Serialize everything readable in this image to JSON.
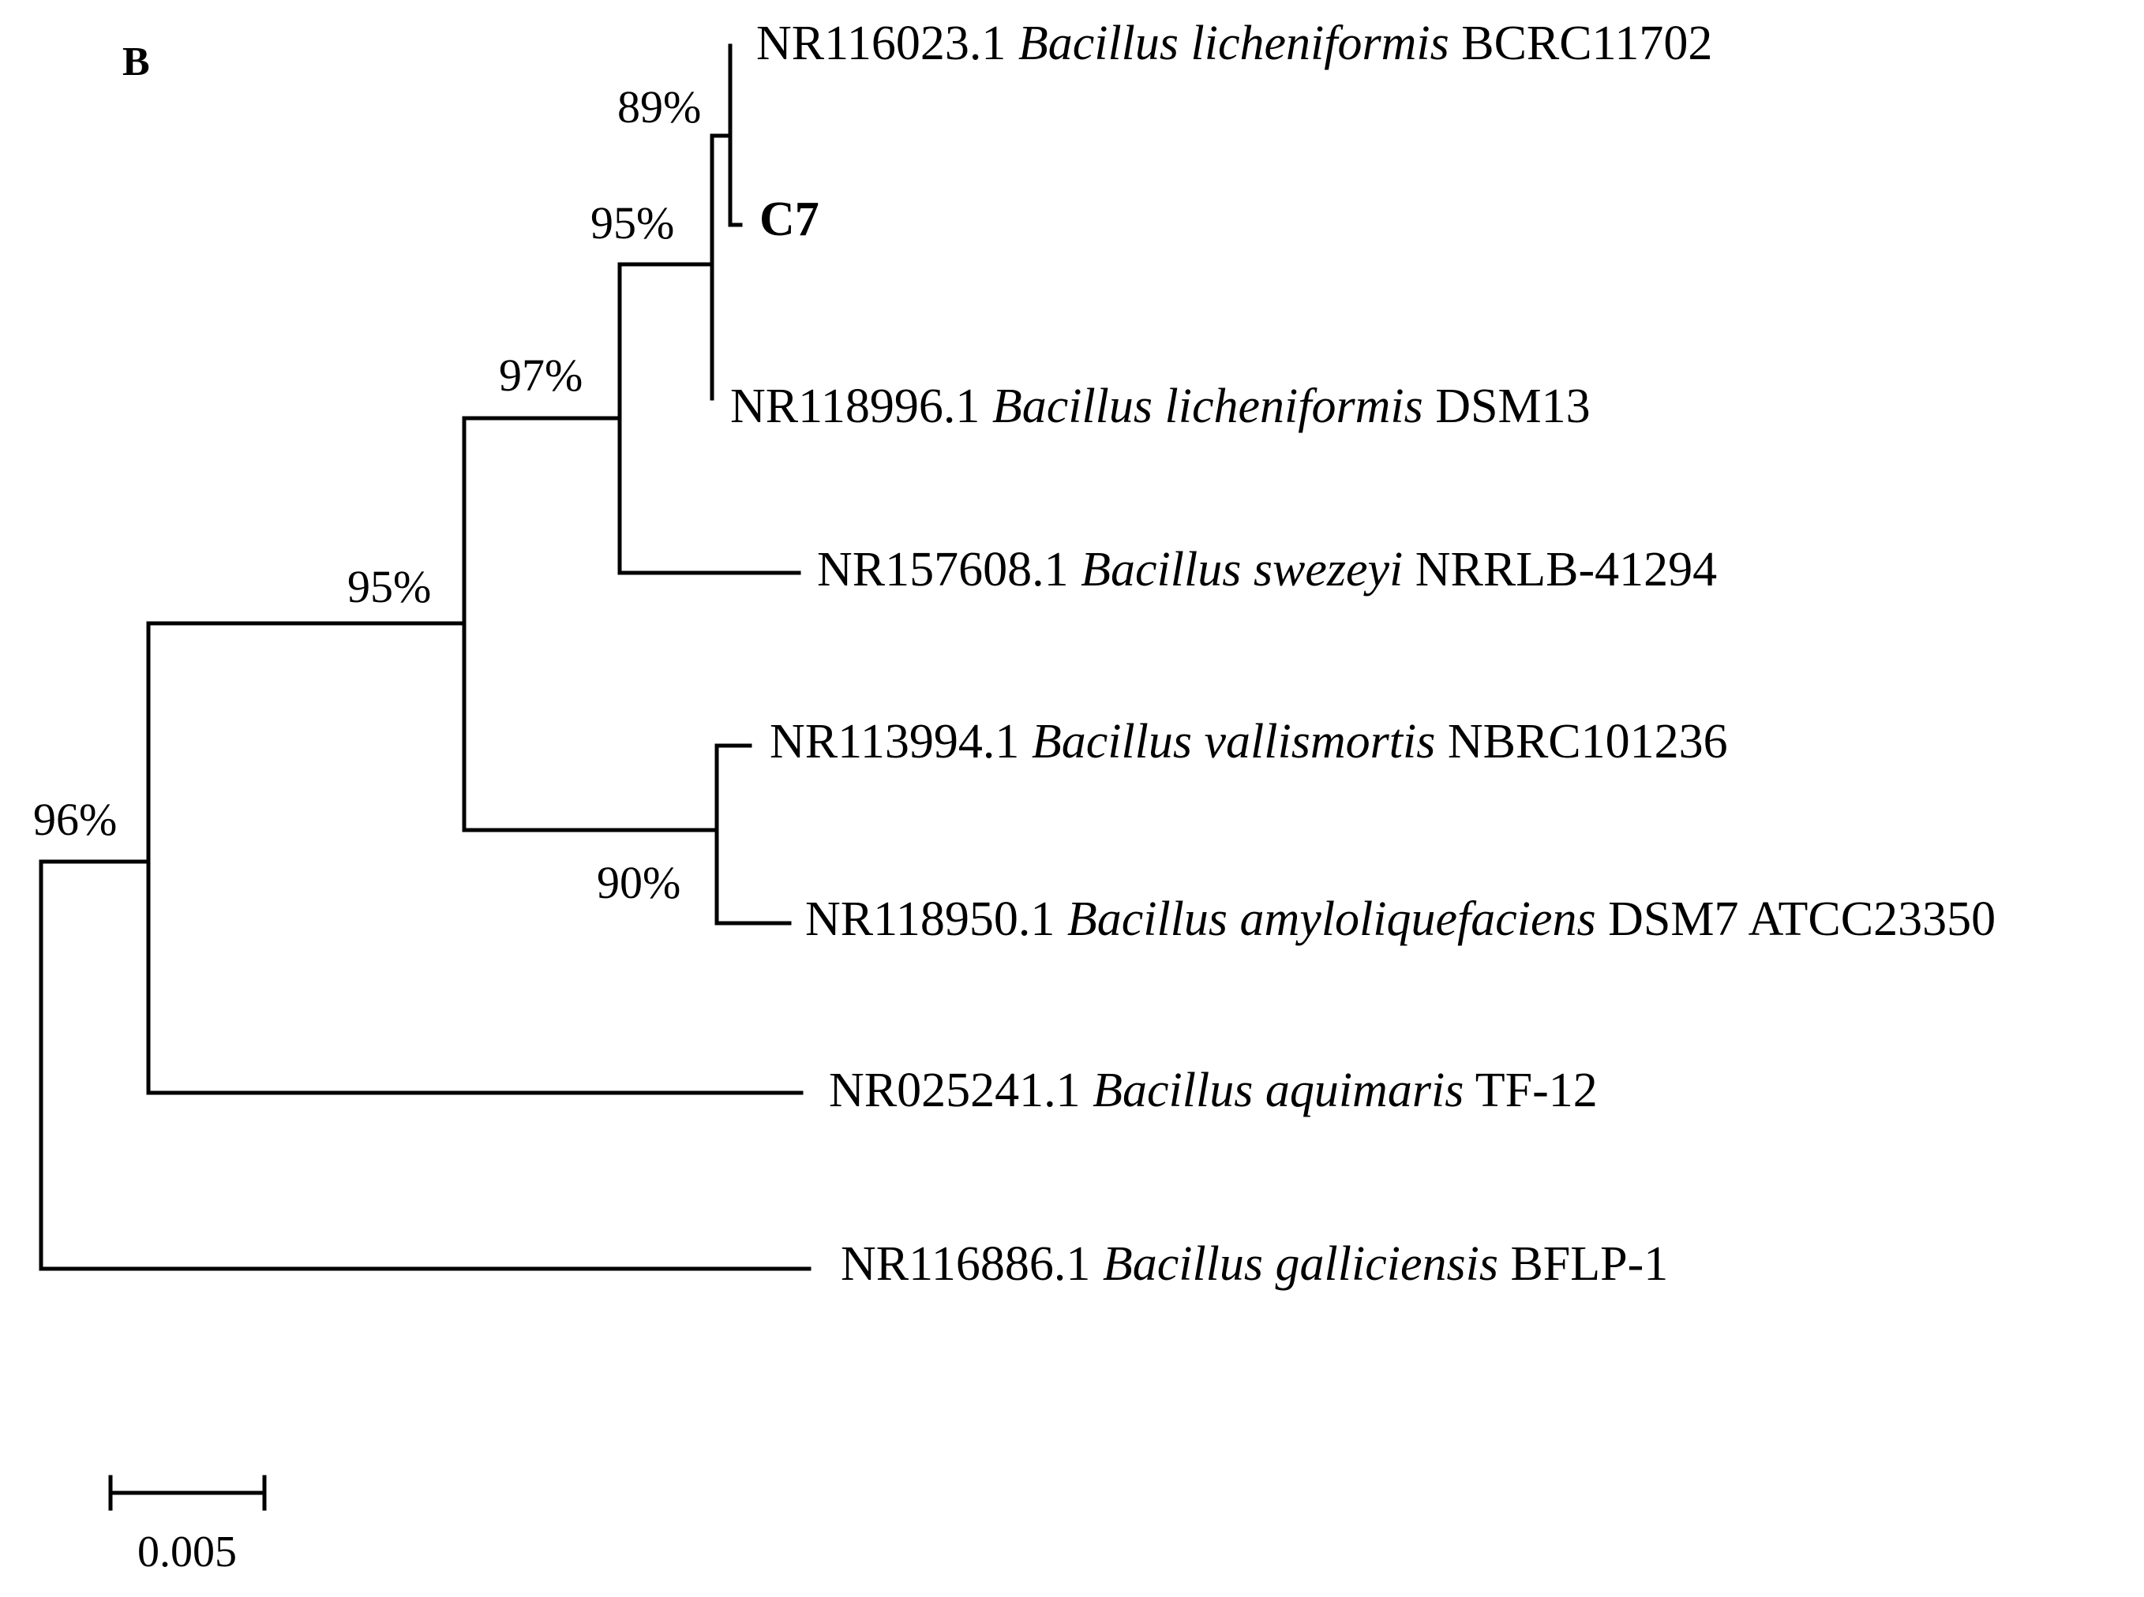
{
  "panel_label": "B",
  "taxa": [
    {
      "accession": "NR116023.1",
      "species": "Bacillus licheniformis",
      "strain": "BCRC11702"
    },
    {
      "accession": "",
      "species": "",
      "strain": "C7"
    },
    {
      "accession": "NR118996.1",
      "species": "Bacillus licheniformis",
      "strain": "DSM13"
    },
    {
      "accession": "NR157608.1",
      "species": "Bacillus swezeyi",
      "strain": "NRRLB-41294"
    },
    {
      "accession": "NR113994.1",
      "species": "Bacillus vallismortis",
      "strain": "NBRC101236"
    },
    {
      "accession": "NR118950.1",
      "species": "Bacillus amyloliquefaciens",
      "strain": "DSM7 ATCC23350"
    },
    {
      "accession": "NR025241.1",
      "species": "Bacillus aquimaris",
      "strain": "TF-12"
    },
    {
      "accession": "NR116886.1",
      "species": "Bacillus galliciensis",
      "strain": "BFLP-1"
    }
  ],
  "bootstrap": [
    "89%",
    "95%",
    "97%",
    "95%",
    "90%",
    "96%"
  ],
  "scale_bar": "0.005"
}
